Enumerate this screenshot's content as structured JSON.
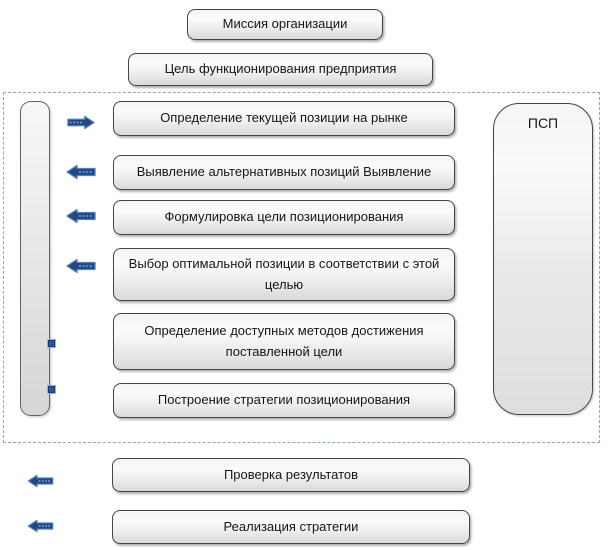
{
  "top_boxes": [
    {
      "label": "Миссия организации"
    },
    {
      "label": "Цель функционирования предприятия"
    }
  ],
  "process": {
    "psp_label": "ПСП",
    "steps": [
      {
        "label": "Определение текущей позиции на рынке",
        "marker": "arrow-right"
      },
      {
        "label": "Выявление альтернативных позиций Выявление",
        "marker": "arrow-left"
      },
      {
        "label": "Формулировка цели позиционирования",
        "marker": "arrow-left"
      },
      {
        "label": "Выбор оптимальной позиции в соответствии с этой целью",
        "marker": "arrow-left"
      },
      {
        "label": "Определение доступных методов достижения поставленной цели",
        "marker": "connector-square"
      },
      {
        "label": "Построение стратегии позиционирования",
        "marker": "connector-square"
      }
    ]
  },
  "bottom_boxes": [
    {
      "label": "Проверка результатов",
      "marker": "arrow-left"
    },
    {
      "label": "Реализация стратегии",
      "marker": "arrow-left"
    }
  ],
  "colors": {
    "arrow_fill": "#24477e",
    "arrow_outline": "#4f81bd",
    "arrow_stripe": "#7fa3d6",
    "frame_dash": "#84a7d4",
    "box_border": "#454545",
    "box_fill_top": "#f4f4f4",
    "box_fill_bottom": "#d9d9d9"
  }
}
